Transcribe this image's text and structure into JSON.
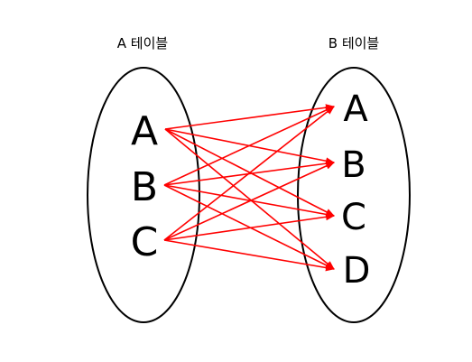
{
  "tables": {
    "a": {
      "title": "A 테이블",
      "items": [
        "A",
        "B",
        "C"
      ]
    },
    "b": {
      "title": "B 테이블",
      "items": [
        "A",
        "B",
        "C",
        "D"
      ]
    }
  },
  "edges": [
    {
      "from": "A",
      "to": "A"
    },
    {
      "from": "A",
      "to": "B"
    },
    {
      "from": "A",
      "to": "C"
    },
    {
      "from": "A",
      "to": "D"
    },
    {
      "from": "B",
      "to": "A"
    },
    {
      "from": "B",
      "to": "B"
    },
    {
      "from": "B",
      "to": "C"
    },
    {
      "from": "B",
      "to": "D"
    },
    {
      "from": "C",
      "to": "A"
    },
    {
      "from": "C",
      "to": "B"
    },
    {
      "from": "C",
      "to": "C"
    },
    {
      "from": "C",
      "to": "D"
    }
  ],
  "colors": {
    "edge": "#ff0000",
    "outline": "#000000"
  }
}
